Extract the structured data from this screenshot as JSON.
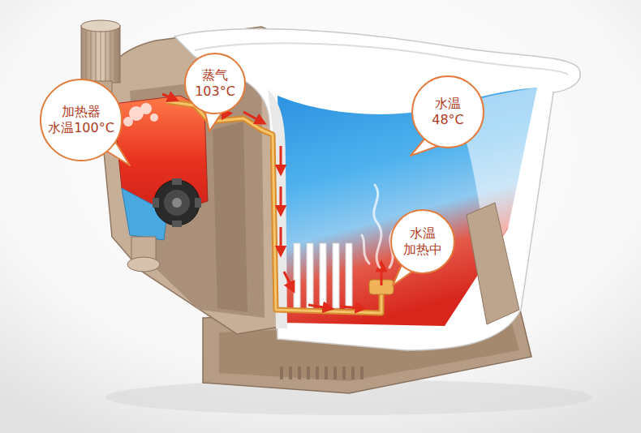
{
  "diagram": {
    "nodes": [
      {
        "text": [
          "加热器 水温100°C"
        ]
      },
      {
        "text": [
          "蒸气 103°C"
        ]
      },
      {
        "text": [
          "水温 48°C"
        ]
      },
      {
        "text": [
          "水温 加热中"
        ]
      }
    ]
  }
}
